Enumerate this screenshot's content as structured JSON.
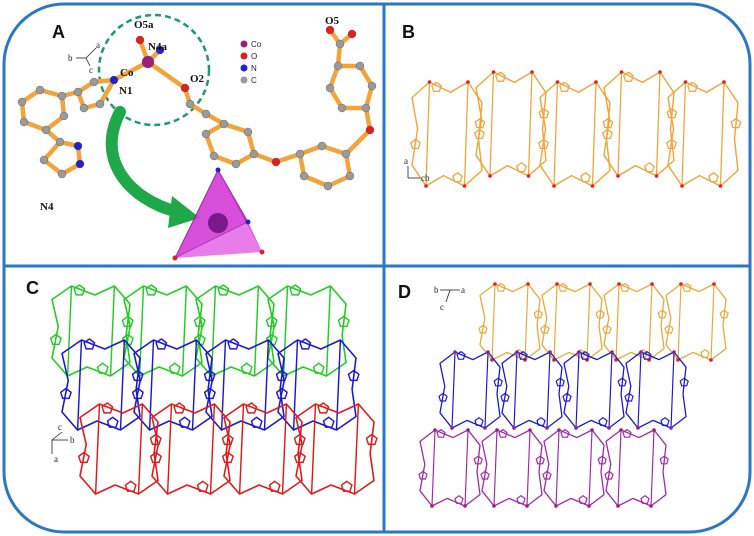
{
  "panels": [
    {
      "id": "A",
      "label": "A"
    },
    {
      "id": "B",
      "label": "B"
    },
    {
      "id": "C",
      "label": "C"
    },
    {
      "id": "D",
      "label": "D"
    }
  ],
  "panel_a": {
    "atom_labels": {
      "O5a": "O5a",
      "N4a": "N4a",
      "Co": "Co",
      "O2": "O2",
      "N1": "N1",
      "N4": "N4",
      "O5": "O5"
    },
    "legend": [
      {
        "symbol": "Co",
        "color": "#9b1f7a"
      },
      {
        "symbol": "O",
        "color": "#e0201b"
      },
      {
        "symbol": "N",
        "color": "#2222cc"
      },
      {
        "symbol": "C",
        "color": "#9a9a9a"
      }
    ],
    "axes": {
      "a": "a",
      "b": "b",
      "c": "c"
    }
  },
  "panel_b": {
    "axes": {
      "a": "a",
      "cb": "cb"
    }
  },
  "panel_c": {
    "axes": {
      "c": "c",
      "b": "b",
      "a": "a"
    }
  },
  "panel_d": {
    "axes": {
      "b": "b",
      "a": "a",
      "c": "c"
    }
  },
  "colors": {
    "frame": "#2a78c2",
    "bond": "#f2a33a",
    "carbon": "#9a9a9a",
    "oxygen": "#e0201b",
    "nitrogen": "#2222cc",
    "cobalt": "#9b1f7a",
    "polyhedron": "#d23bd6",
    "arrow": "#1fa84a",
    "highlight": "#1d9a6c",
    "layer_green": "#22cc22",
    "layer_blue": "#1a1acc",
    "layer_red": "#e01a1a",
    "layer_gold": "#e8a93a",
    "layer_purple": "#a02aa8"
  }
}
